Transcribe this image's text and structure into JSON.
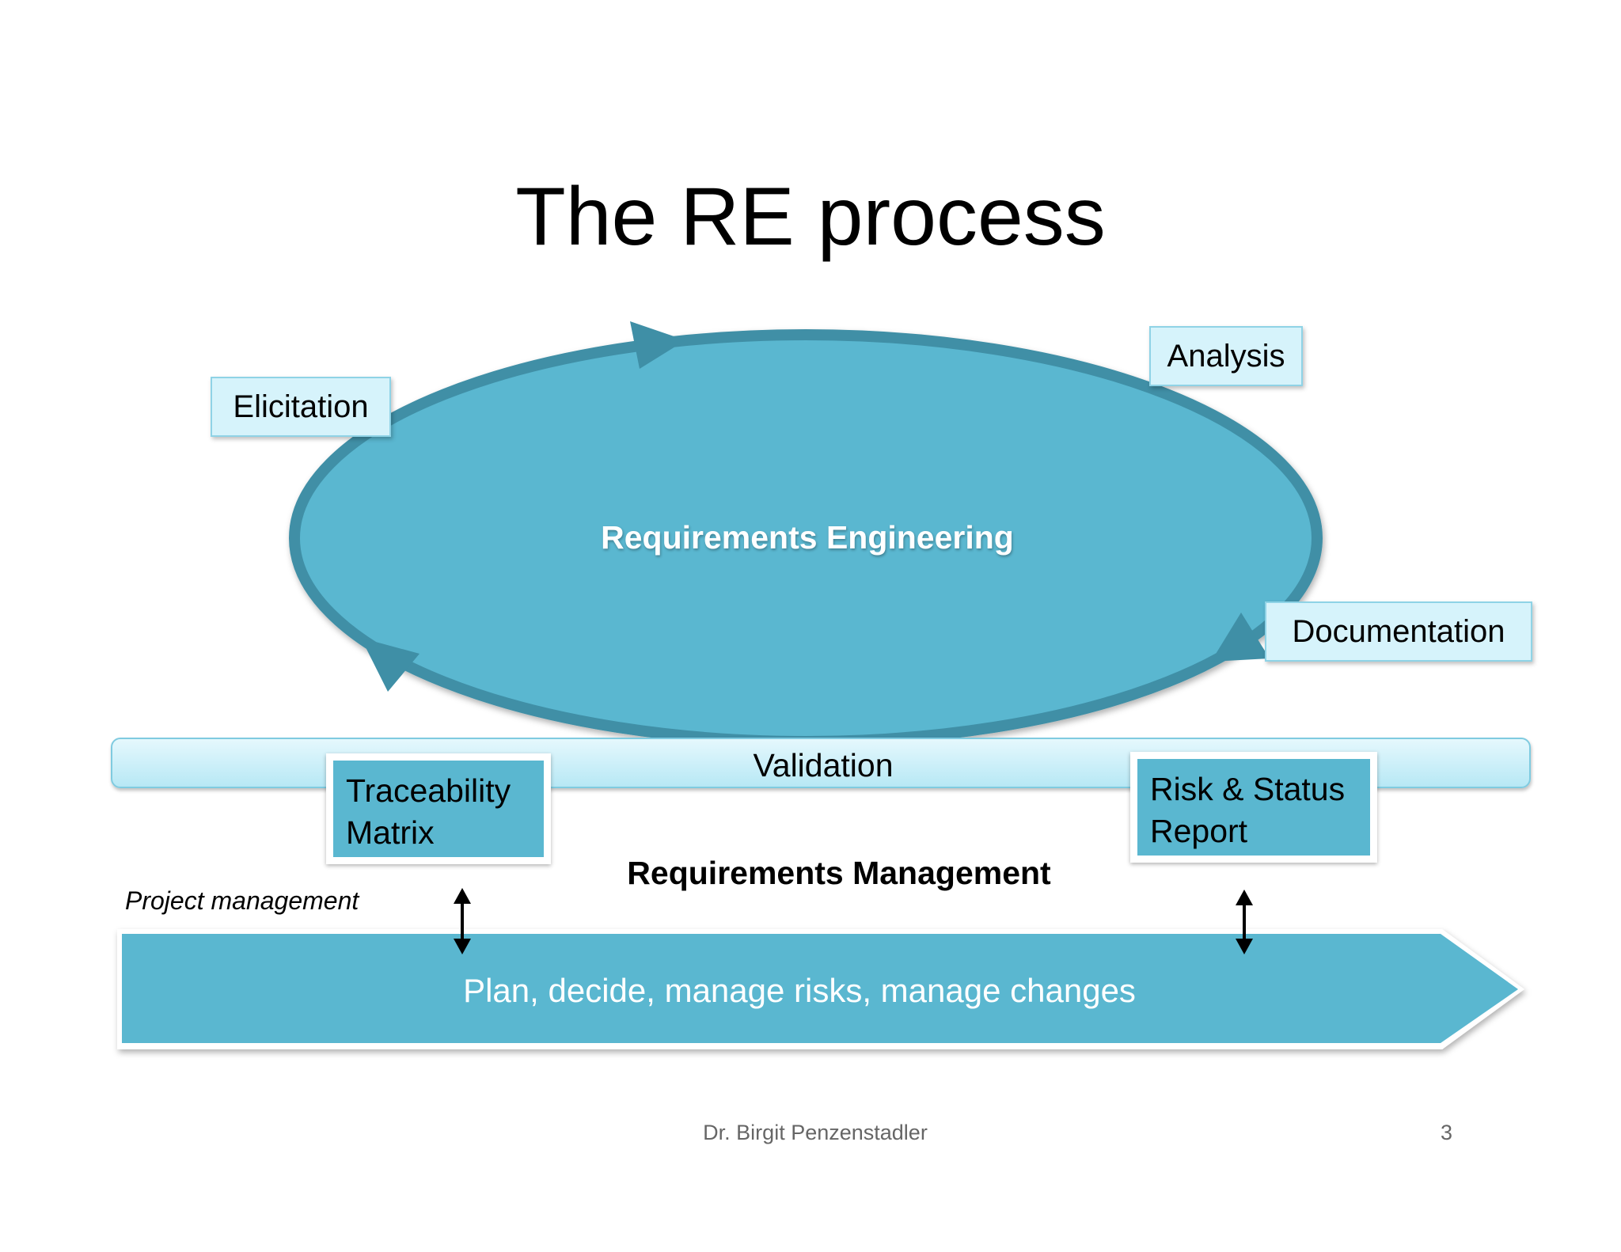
{
  "slide": {
    "title": "The RE process",
    "footer_author": "Dr. Birgit Penzenstadler",
    "page_number": "3"
  },
  "diagram": {
    "cycle_label": "Requirements Engineering",
    "phases": {
      "elicitation": "Elicitation",
      "analysis": "Analysis",
      "documentation": "Documentation"
    },
    "validation_label": "Validation",
    "traceability_label": [
      "Traceability",
      "Matrix"
    ],
    "risk_report_label": [
      "Risk & Status",
      "Report"
    ],
    "management_label": "Requirements Management",
    "project_management_label": "Project management",
    "project_management_text": "Plan, decide, manage risks, manage changes"
  },
  "colors": {
    "ellipse_fill": "#5ab7d0",
    "ellipse_stroke": "#3f8fa6",
    "label_fill": "#d6f3fb",
    "arrow_fill": "#5ab7d0"
  }
}
